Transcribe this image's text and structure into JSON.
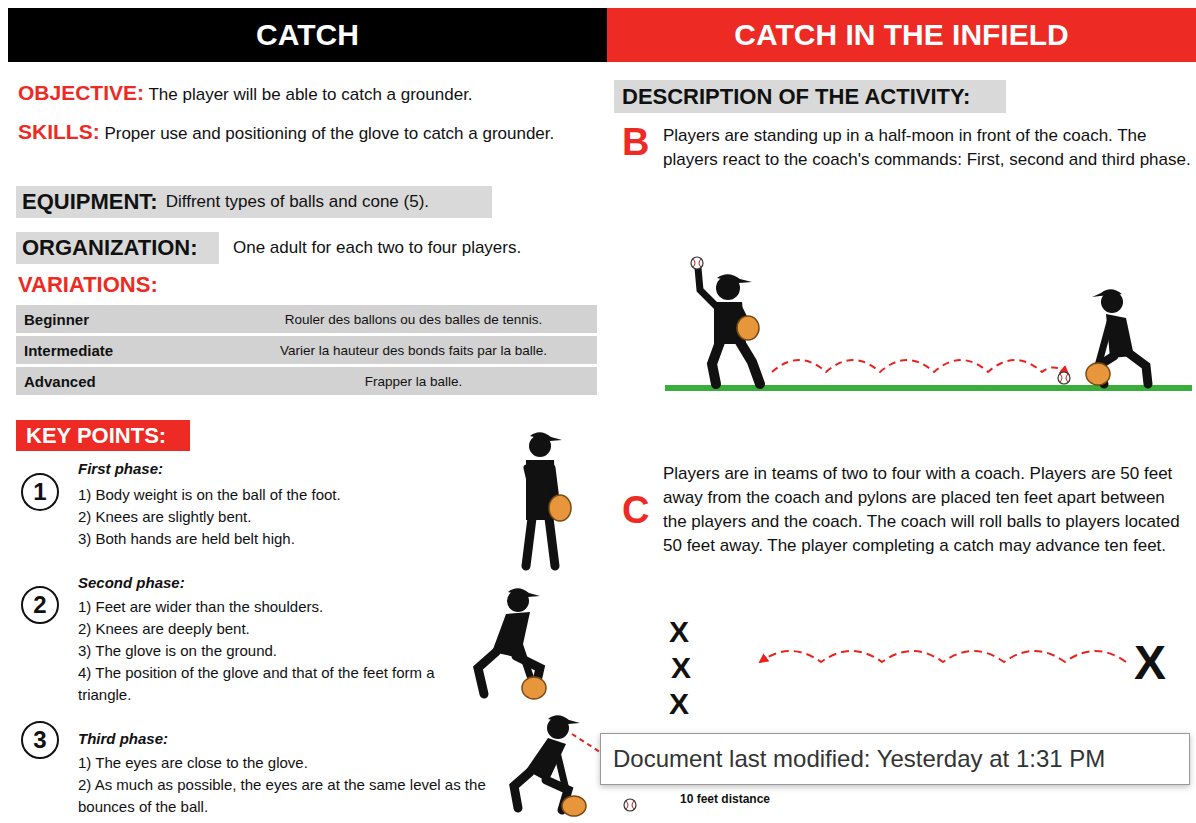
{
  "diagram": {
    "nodes": [
      {
        "text": [
          "CATCH"
        ]
      },
      {
        "text": [
          "CATCH IN THE INFIELD"
        ]
      },
      {
        "text": [
          "EQUIPMENT:",
          "Diffrent types of balls and cone (5)."
        ]
      },
      {
        "text": [
          "ORGANIZATION:",
          "One adult for each two to four players."
        ]
      },
      {
        "text": [
          "Beginner",
          "Rouler des ballons ou des balles de tennis."
        ]
      },
      {
        "text": [
          "Intermediate",
          "Varier la hauteur des bonds faits par la balle."
        ]
      },
      {
        "text": [
          "Advanced",
          "Frapper la balle."
        ]
      },
      {
        "text": [
          "KEY POINTS:"
        ]
      },
      {
        "text": [
          "1"
        ]
      },
      {
        "text": [
          "2"
        ]
      },
      {
        "text": [
          "3"
        ]
      },
      {
        "text": [
          "DESCRIPTION OF THE ACTIVITY:"
        ]
      },
      {
        "text": [
          "Document last modified: Yesterday at 1:31 PM"
        ]
      }
    ],
    "edges": [],
    "labels": [
      "OBJECTIVE:",
      "The player will be able to catch a grounder.",
      "SKILLS:",
      "Proper use and positioning of the glove to catch a grounder.",
      "VARIATIONS:",
      "First phase:",
      "1) Body weight is on the ball of the foot.",
      "2) Knees are slightly bent.",
      "3) Both hands are held belt high.",
      "Second phase:",
      "1) Feet are wider than the shoulders.",
      "2) Knees are deeply bent.",
      "3) The glove is on the ground.",
      "4) The position of the glove and that of the feet form a triangle.",
      "Third phase:",
      "1) The eyes are close to the glove.",
      "2) As much as possible, the eyes are at the same level as the bounces of the ball.",
      "B",
      "Players are standing up in a half-moon in front of the coach. The players react to the coach's commands: First, second and third phase.",
      "C",
      "Players are in teams of two to four with a coach. Players are 50 feet away from the coach and pylons are placed ten feet apart between the players and the coach. The coach will roll balls to players located 50 feet away. The player completing a catch may advance ten feet.",
      "X",
      "X",
      "X",
      "X",
      "10 feet distance"
    ]
  }
}
